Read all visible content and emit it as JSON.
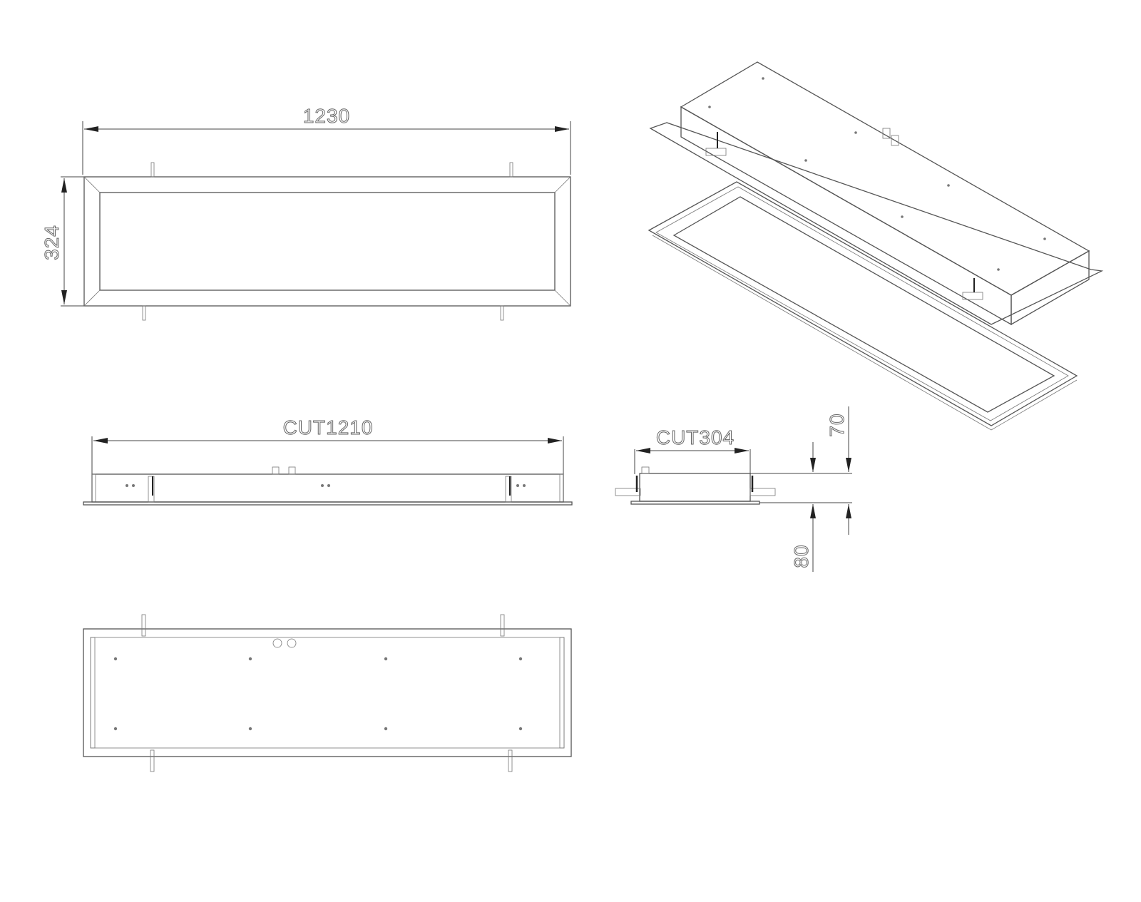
{
  "drawing": {
    "top_view": {
      "width_label": "1230",
      "height_label": "324"
    },
    "side_view": {
      "cut_length_label": "CUT1210"
    },
    "end_view": {
      "cut_width_label": "CUT304",
      "housing_height_label": "70",
      "total_height_label": "80"
    },
    "line_color": "#555555"
  }
}
